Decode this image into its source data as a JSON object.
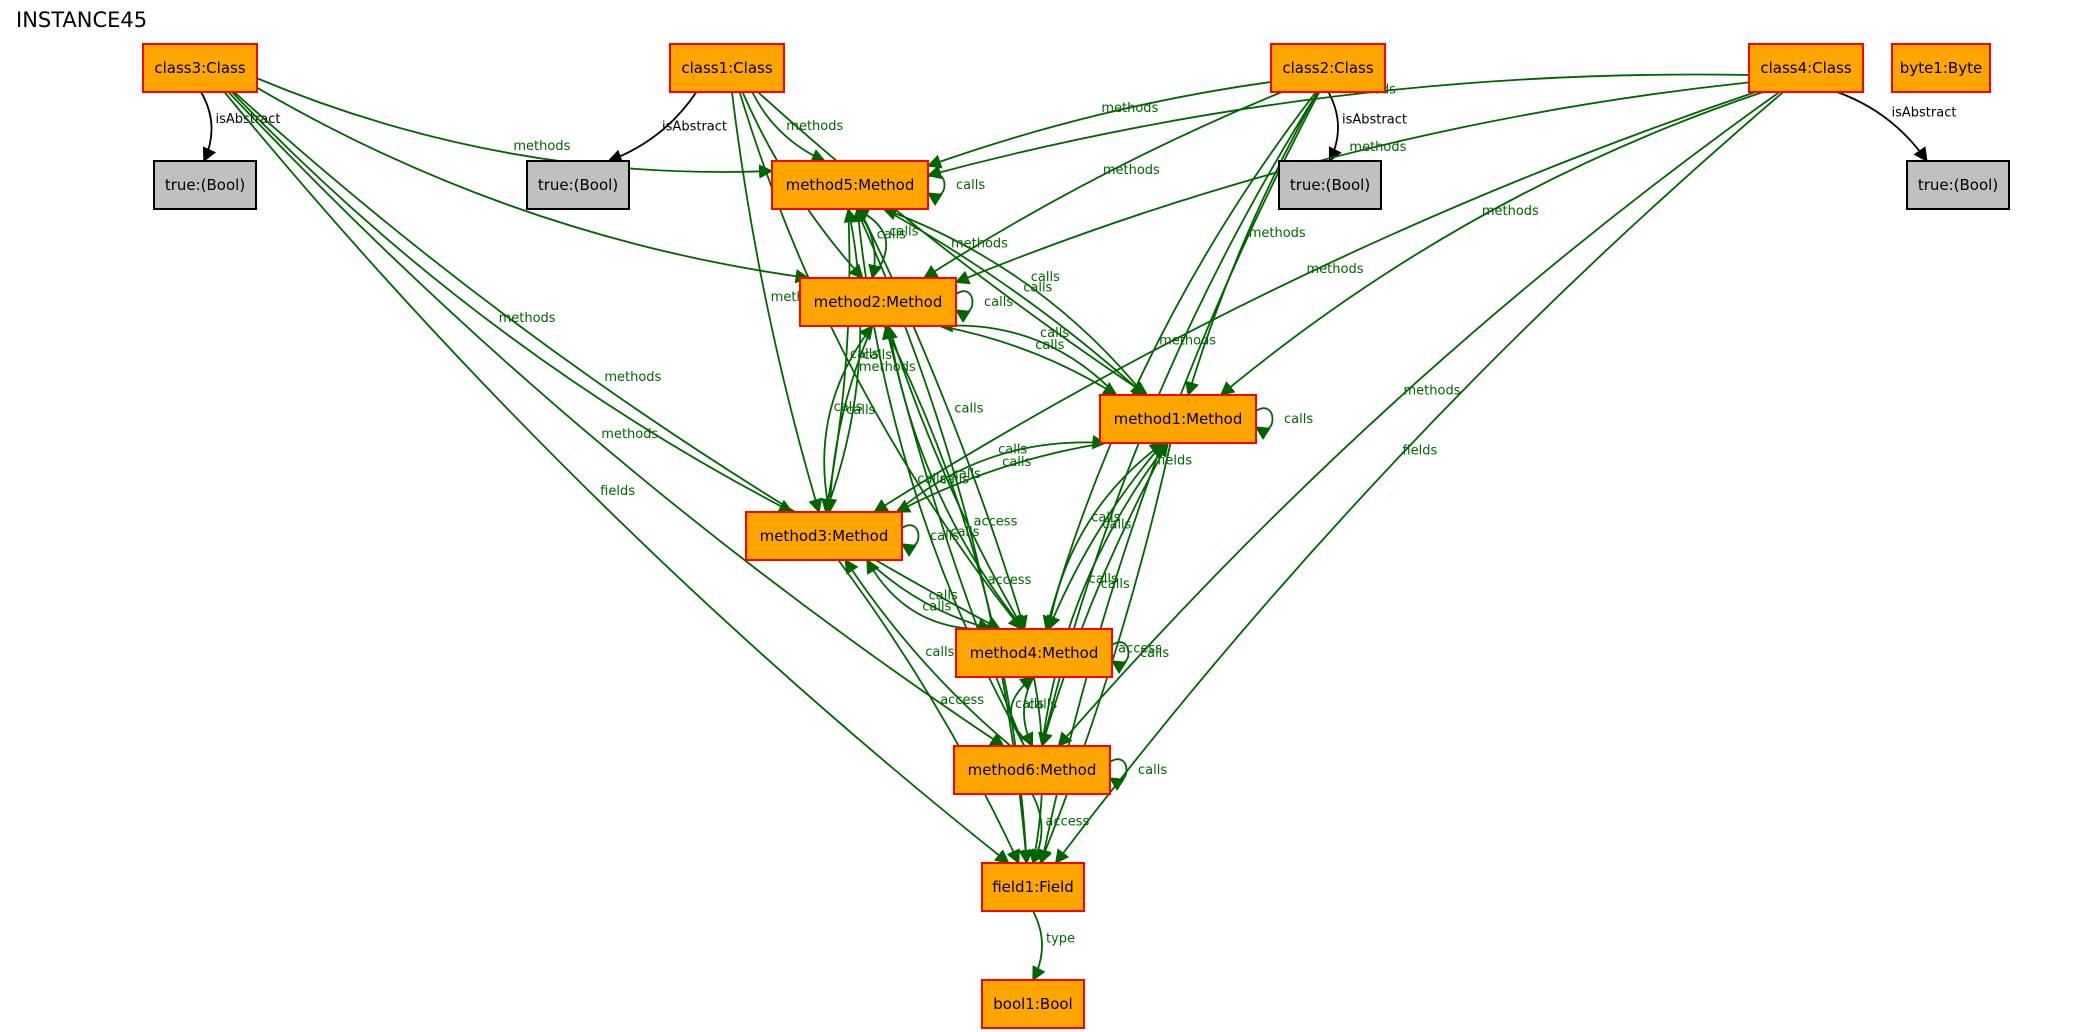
{
  "title": "INSTANCE45",
  "colors": {
    "node_fill": "#ffa500",
    "node_border": "#ff0000",
    "bool_fill": "#c0c0c0",
    "edge": "#006400",
    "abstract_edge": "#000000"
  },
  "nodes": [
    {
      "id": "class3",
      "label": "class3:Class",
      "kind": "class"
    },
    {
      "id": "class1",
      "label": "class1:Class",
      "kind": "class"
    },
    {
      "id": "class2",
      "label": "class2:Class",
      "kind": "class"
    },
    {
      "id": "class4",
      "label": "class4:Class",
      "kind": "class"
    },
    {
      "id": "byte1",
      "label": "byte1:Byte",
      "kind": "value"
    },
    {
      "id": "bool_c3",
      "label": "true:(Bool)",
      "kind": "bool"
    },
    {
      "id": "bool_c1",
      "label": "true:(Bool)",
      "kind": "bool"
    },
    {
      "id": "bool_c2",
      "label": "true:(Bool)",
      "kind": "bool"
    },
    {
      "id": "bool_c4",
      "label": "true:(Bool)",
      "kind": "bool"
    },
    {
      "id": "method5",
      "label": "method5:Method",
      "kind": "method"
    },
    {
      "id": "method2",
      "label": "method2:Method",
      "kind": "method"
    },
    {
      "id": "method1",
      "label": "method1:Method",
      "kind": "method"
    },
    {
      "id": "method3",
      "label": "method3:Method",
      "kind": "method"
    },
    {
      "id": "method4",
      "label": "method4:Method",
      "kind": "method"
    },
    {
      "id": "method6",
      "label": "method6:Method",
      "kind": "method"
    },
    {
      "id": "field1",
      "label": "field1:Field",
      "kind": "field"
    },
    {
      "id": "bool1",
      "label": "bool1:Bool",
      "kind": "value"
    }
  ],
  "edges": [
    {
      "from": "class3",
      "to": "bool_c3",
      "label": "isAbstract"
    },
    {
      "from": "class1",
      "to": "bool_c1",
      "label": "isAbstract"
    },
    {
      "from": "class2",
      "to": "bool_c2",
      "label": "isAbstract"
    },
    {
      "from": "class4",
      "to": "bool_c4",
      "label": "isAbstract"
    },
    {
      "from": "class3",
      "to": "method5",
      "label": "methods"
    },
    {
      "from": "class3",
      "to": "method2",
      "label": "methods"
    },
    {
      "from": "class3",
      "to": "method3",
      "label": "methods"
    },
    {
      "from": "class3",
      "to": "method4",
      "label": "methods"
    },
    {
      "from": "class3",
      "to": "method6",
      "label": "methods"
    },
    {
      "from": "class3",
      "to": "field1",
      "label": "fields"
    },
    {
      "from": "class1",
      "to": "method5",
      "label": "methods"
    },
    {
      "from": "class1",
      "to": "method2",
      "label": "methods"
    },
    {
      "from": "class1",
      "to": "method3",
      "label": "methods"
    },
    {
      "from": "class1",
      "to": "method1",
      "label": "methods"
    },
    {
      "from": "class1",
      "to": "method4",
      "label": "methods"
    },
    {
      "from": "class2",
      "to": "method5",
      "label": "methods"
    },
    {
      "from": "class2",
      "to": "method2",
      "label": "methods"
    },
    {
      "from": "class2",
      "to": "method1",
      "label": "methods"
    },
    {
      "from": "class2",
      "to": "method4",
      "label": "methods"
    },
    {
      "from": "class2",
      "to": "method6",
      "label": "methods"
    },
    {
      "from": "class2",
      "to": "field1",
      "label": "fields"
    },
    {
      "from": "class4",
      "to": "method5",
      "label": "methods"
    },
    {
      "from": "class4",
      "to": "method2",
      "label": "methods"
    },
    {
      "from": "class4",
      "to": "method1",
      "label": "methods"
    },
    {
      "from": "class4",
      "to": "method3",
      "label": "methods"
    },
    {
      "from": "class4",
      "to": "method6",
      "label": "methods"
    },
    {
      "from": "class4",
      "to": "field1",
      "label": "fields"
    },
    {
      "from": "method5",
      "to": "method5",
      "label": "calls"
    },
    {
      "from": "method5",
      "to": "method2",
      "label": "calls"
    },
    {
      "from": "method2",
      "to": "method5",
      "label": "calls"
    },
    {
      "from": "method5",
      "to": "method1",
      "label": "calls"
    },
    {
      "from": "method1",
      "to": "method5",
      "label": "calls"
    },
    {
      "from": "method5",
      "to": "method3",
      "label": "calls"
    },
    {
      "from": "method3",
      "to": "method5",
      "label": "calls"
    },
    {
      "from": "method5",
      "to": "method4",
      "label": "calls"
    },
    {
      "from": "method6",
      "to": "method5",
      "label": "calls"
    },
    {
      "from": "method5",
      "to": "field1",
      "label": "access"
    },
    {
      "from": "method2",
      "to": "method2",
      "label": "calls"
    },
    {
      "from": "method2",
      "to": "method1",
      "label": "calls"
    },
    {
      "from": "method1",
      "to": "method2",
      "label": "calls"
    },
    {
      "from": "method2",
      "to": "method3",
      "label": "calls"
    },
    {
      "from": "method3",
      "to": "method2",
      "label": "calls"
    },
    {
      "from": "method2",
      "to": "method4",
      "label": "calls"
    },
    {
      "from": "method4",
      "to": "method2",
      "label": "calls"
    },
    {
      "from": "method6",
      "to": "method2",
      "label": "calls"
    },
    {
      "from": "method2",
      "to": "field1",
      "label": "access"
    },
    {
      "from": "method1",
      "to": "method1",
      "label": "calls"
    },
    {
      "from": "method1",
      "to": "method3",
      "label": "calls"
    },
    {
      "from": "method3",
      "to": "method1",
      "label": "calls"
    },
    {
      "from": "method1",
      "to": "method4",
      "label": "calls"
    },
    {
      "from": "method4",
      "to": "method1",
      "label": "calls"
    },
    {
      "from": "method1",
      "to": "method6",
      "label": "calls"
    },
    {
      "from": "method6",
      "to": "method1",
      "label": "calls"
    },
    {
      "from": "method1",
      "to": "field1",
      "label": "access"
    },
    {
      "from": "method3",
      "to": "method3",
      "label": "calls"
    },
    {
      "from": "method3",
      "to": "method4",
      "label": "calls"
    },
    {
      "from": "method4",
      "to": "method3",
      "label": "calls"
    },
    {
      "from": "method6",
      "to": "method3",
      "label": "calls"
    },
    {
      "from": "method3",
      "to": "field1",
      "label": "access"
    },
    {
      "from": "method4",
      "to": "method4",
      "label": "calls"
    },
    {
      "from": "method4",
      "to": "method6",
      "label": "calls"
    },
    {
      "from": "method6",
      "to": "method4",
      "label": "calls"
    },
    {
      "from": "method4",
      "to": "field1",
      "label": "access"
    },
    {
      "from": "method6",
      "to": "method6",
      "label": "calls"
    },
    {
      "from": "method6",
      "to": "field1",
      "label": "access"
    },
    {
      "from": "field1",
      "to": "bool1",
      "label": "type"
    }
  ]
}
